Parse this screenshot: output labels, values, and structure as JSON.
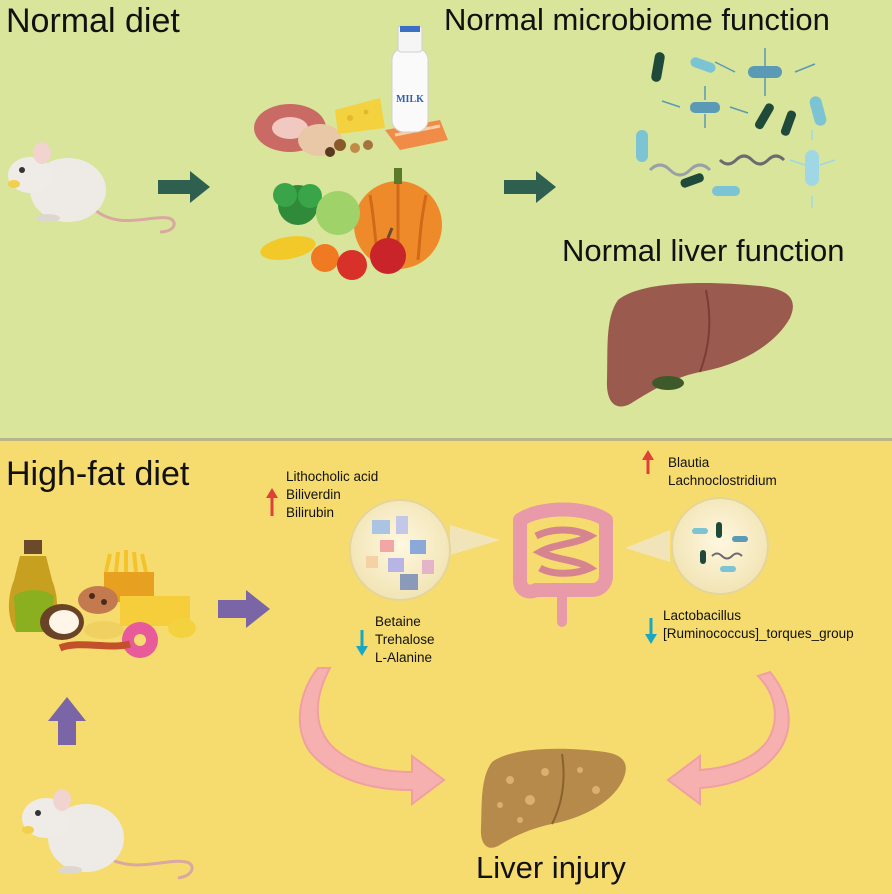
{
  "colors": {
    "top_panel": "#d8e59a",
    "bottom_panel": "#f6dc6e",
    "divider": "#b9b48a",
    "green_arrow": "#2f5f4f",
    "purple_arrow": "#7a65a6",
    "up_arrow": "#e0403a",
    "down_arrow": "#1aa7c4",
    "liver_normal": "#9a5a4e",
    "liver_injured": "#b58a4a",
    "curved_arrow": "#f7b0b0"
  },
  "top": {
    "title": "Normal diet",
    "microbiome_label": "Normal microbiome function",
    "liver_label": "Normal liver function",
    "milk_label": "MILK"
  },
  "bottom": {
    "title": "High-fat diet",
    "metabolites_up": [
      "Lithocholic acid",
      "Biliverdin",
      "Bilirubin"
    ],
    "metabolites_down": [
      "Betaine",
      "Trehalose",
      "L-Alanine"
    ],
    "bacteria_up": [
      "Blautia",
      "Lachnoclostridium"
    ],
    "bacteria_down": [
      "Lactobacillus",
      "[Ruminococcus]_torques_group"
    ],
    "outcome_label": "Liver injury"
  },
  "icons": {
    "mouse": "mouse-icon",
    "normal_food": "normal-food-icon",
    "high_fat_food": "high-fat-food-icon",
    "bacteria": "bacteria-icon",
    "liver": "liver-icon",
    "intestine": "intestine-icon",
    "metabolite_circle": "metabolite-magnifier-icon",
    "microbe_circle": "microbe-magnifier-icon"
  }
}
